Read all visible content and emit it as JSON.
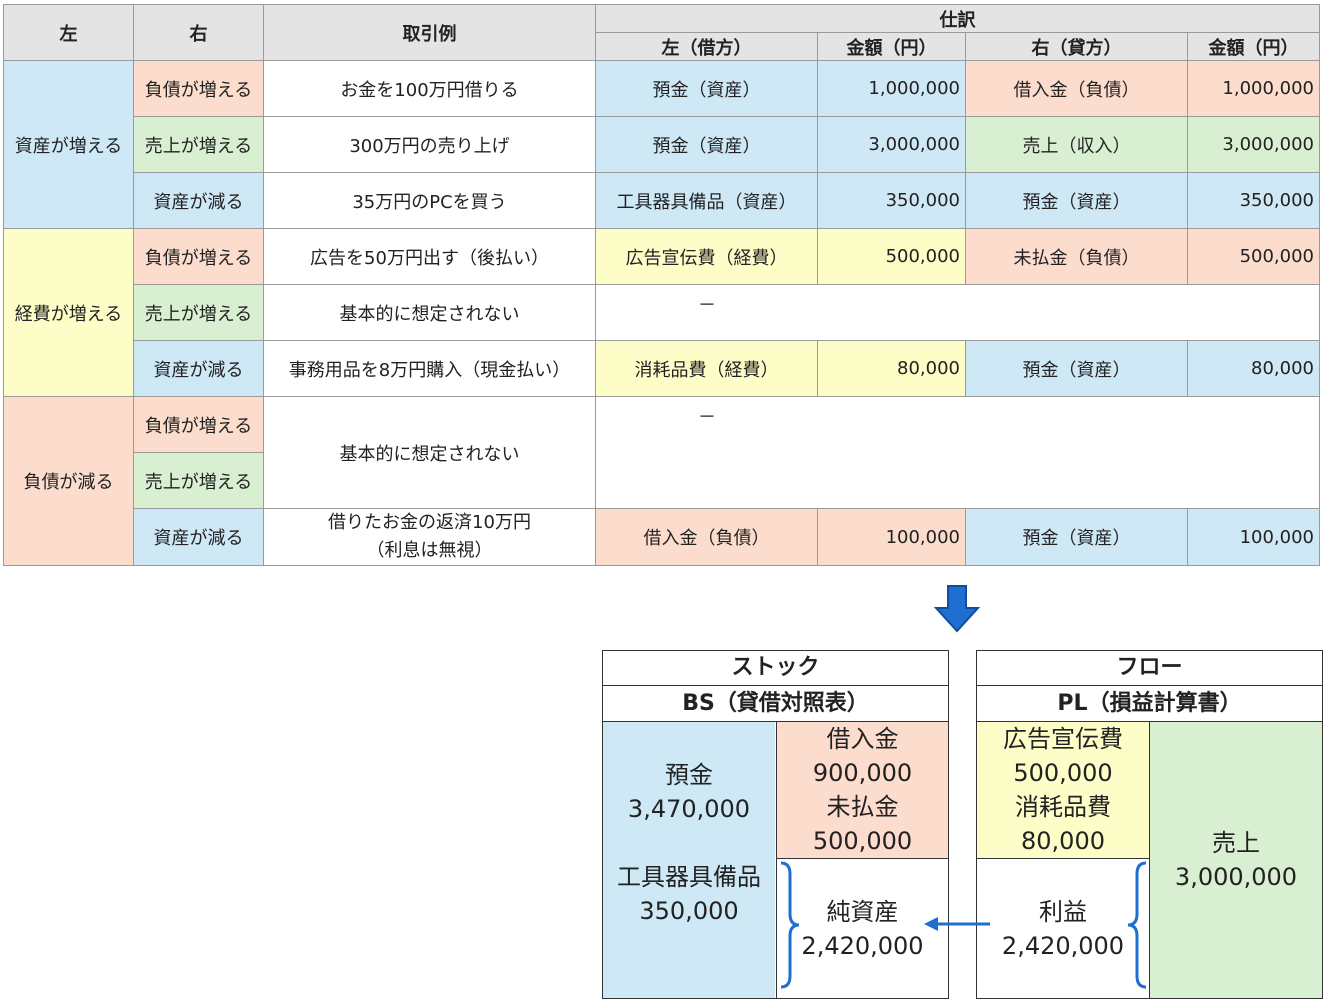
{
  "table": {
    "headers": {
      "left": "左",
      "right": "右",
      "example": "取引例",
      "journal": "仕訳",
      "debit": "左（借方）",
      "debit_amount": "金額（円）",
      "credit": "右（貸方）",
      "credit_amount": "金額（円）"
    },
    "groups": {
      "asset_up": "資産が増える",
      "expense_up": "経費が増える",
      "liability_down": "負債が減る"
    },
    "rows": [
      {
        "right": "負債が増える",
        "example": "お金を100万円借りる",
        "debit": "預金（資産）",
        "debit_amount": "1,000,000",
        "credit": "借入金（負債）",
        "credit_amount": "1,000,000"
      },
      {
        "right": "売上が増える",
        "example": "300万円の売り上げ",
        "debit": "預金（資産）",
        "debit_amount": "3,000,000",
        "credit": "売上（収入）",
        "credit_amount": "3,000,000"
      },
      {
        "right": "資産が減る",
        "example": "35万円のPCを買う",
        "debit": "工具器具備品（資産）",
        "debit_amount": "350,000",
        "credit": "預金（資産）",
        "credit_amount": "350,000"
      },
      {
        "right": "負債が増える",
        "example": "広告を50万円出す（後払い）",
        "debit": "広告宣伝費（経費）",
        "debit_amount": "500,000",
        "credit": "未払金（負債）",
        "credit_amount": "500,000"
      },
      {
        "right": "売上が増える",
        "example": "基本的に想定されない",
        "dash": "－"
      },
      {
        "right": "資産が減る",
        "example": "事務用品を8万円購入（現金払い）",
        "debit": "消耗品費（経費）",
        "debit_amount": "80,000",
        "credit": "預金（資産）",
        "credit_amount": "80,000"
      },
      {
        "right": "負債が増える",
        "example": "基本的に想定されない",
        "dash": "－"
      },
      {
        "right": "売上が増える"
      },
      {
        "right": "資産が減る",
        "example_line1": "借りたお金の返済10万円",
        "example_line2": "（利息は無視）",
        "debit": "借入金（負債）",
        "debit_amount": "100,000",
        "credit": "預金（資産）",
        "credit_amount": "100,000"
      }
    ]
  },
  "bs": {
    "title1": "ストック",
    "title2": "BS（貸借対照表）",
    "deposit_label": "預金",
    "deposit_value": "3,470,000",
    "equipment_label": "工具器具備品",
    "equipment_value": "350,000",
    "loan_label": "借入金",
    "loan_value": "900,000",
    "unpaid_label": "未払金",
    "unpaid_value": "500,000",
    "net_assets_label": "純資産",
    "net_assets_value": "2,420,000"
  },
  "pl": {
    "title1": "フロー",
    "title2": "PL（損益計算書）",
    "ad_label": "広告宣伝費",
    "ad_value": "500,000",
    "supplies_label": "消耗品費",
    "supplies_value": "80,000",
    "profit_label": "利益",
    "profit_value": "2,420,000",
    "sales_label": "売上",
    "sales_value": "3,000,000"
  },
  "colors": {
    "asset": "#cfe8f6",
    "expense": "#fdfdc8",
    "liability": "#fbdccd",
    "revenue": "#d9efd1",
    "arrow": "#1f6fd1"
  }
}
